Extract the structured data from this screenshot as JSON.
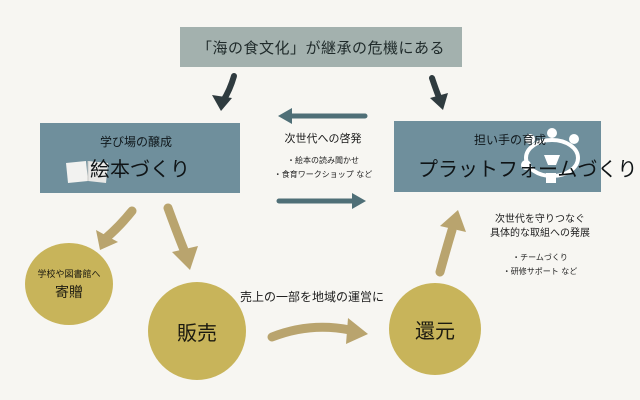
{
  "top": {
    "text": "「海の食文化」が継承の危機にある"
  },
  "left_box": {
    "subtitle": "学び場の醸成",
    "title": "絵本づくり"
  },
  "right_box": {
    "subtitle": "担い手の育成",
    "title": "プラットフォームづくり"
  },
  "center": {
    "title": "次世代への啓発",
    "items": [
      "・絵本の読み聞かせ",
      "・食育ワークショップ など"
    ]
  },
  "donate": {
    "small": "学校や図書館へ",
    "big": "寄贈"
  },
  "sales": {
    "label": "販売"
  },
  "sales_caption": {
    "text": "売上の一部を地域の運営に"
  },
  "return": {
    "label": "還元"
  },
  "development": {
    "title_lines": [
      "次世代を守りつなぐ",
      "具体的な取組への発展"
    ],
    "items": [
      "・チームづくり",
      "・研修サポート など"
    ]
  },
  "colors": {
    "top_box": "#a3b1ae",
    "blue_box": "#6f8f9c",
    "circle": "#c8b45a",
    "arrow_dark": "#2f3b3f",
    "arrow_tan": "#b9a46e",
    "arrow_teal": "#4f6f77",
    "background": "#f7f6f2"
  },
  "icons": [
    "book-icon",
    "people-circle-icon"
  ]
}
